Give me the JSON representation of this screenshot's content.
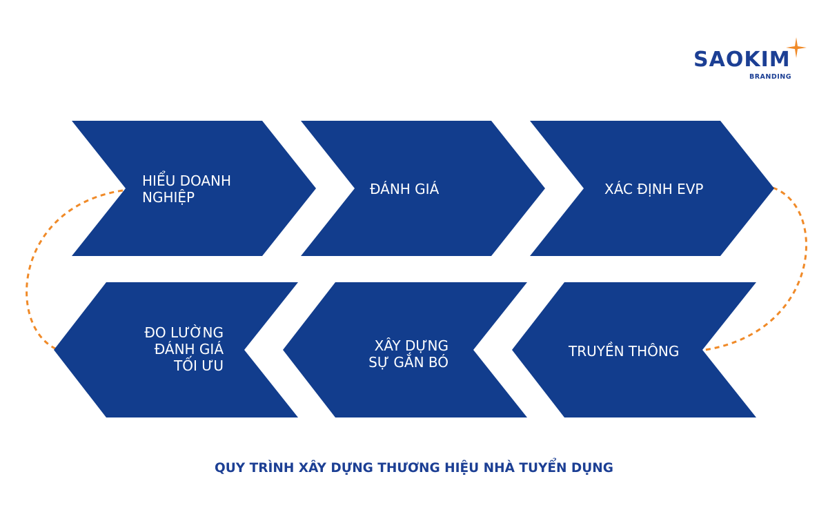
{
  "logo": {
    "name": "SAOKIM",
    "tagline": "BRANDING"
  },
  "steps_top": [
    {
      "label": "HIỂU DOANH\nNGHIỆP"
    },
    {
      "label": "ĐÁNH GIÁ"
    },
    {
      "label": "XÁC ĐỊNH EVP"
    }
  ],
  "steps_bottom": [
    {
      "label": "ĐO LƯỜNG\nĐÁNH GIÁ\nTỐI ƯU"
    },
    {
      "label": "XÂY DỰNG\nSỰ GẮN BÓ"
    },
    {
      "label": "TRUYỀN THÔNG"
    }
  ],
  "caption": "QUY TRÌNH XÂY DỰNG THƯƠNG HIỆU NHÀ TUYỂN DỤNG",
  "colors": {
    "shape": "#123d8d",
    "brand": "#1c3f94",
    "connector": "#f08a28",
    "star": "#f08a28"
  }
}
